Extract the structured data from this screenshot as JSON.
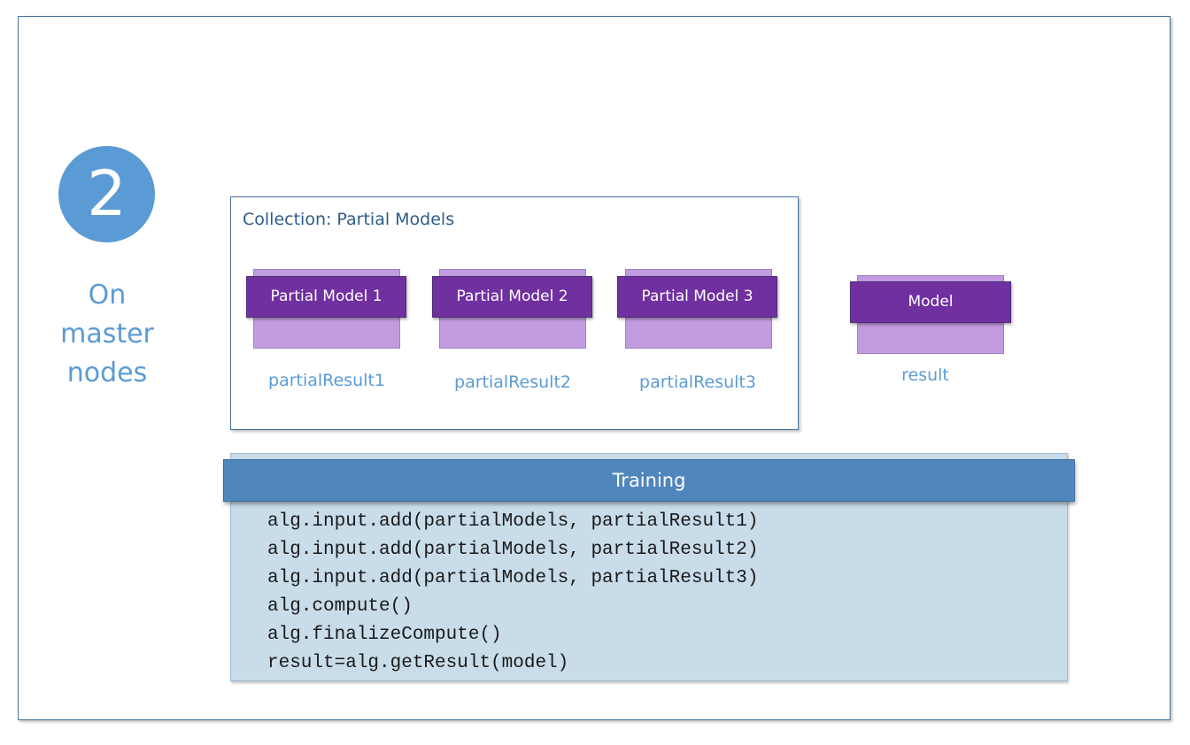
{
  "step": {
    "number": "2",
    "caption_lines": [
      "On",
      "master",
      "nodes"
    ]
  },
  "collection": {
    "title": "Collection: Partial Models",
    "items": [
      {
        "title": "Partial Model 1",
        "label": "partialResult1"
      },
      {
        "title": "Partial Model 2",
        "label": "partialResult2"
      },
      {
        "title": "Partial Model 3",
        "label": "partialResult3"
      }
    ]
  },
  "result_model": {
    "title": "Model",
    "label": "result"
  },
  "training": {
    "title": "Training",
    "code_lines": [
      "alg.input.add(partialModels, partialResult1)",
      "alg.input.add(partialModels, partialResult2)",
      "alg.input.add(partialModels, partialResult3)",
      "alg.compute()",
      "alg.finalizeCompute()",
      "result=alg.getResult(model)"
    ]
  },
  "colors": {
    "frame_border": "#41719c",
    "circle_fill": "#5b9bd5",
    "model_header": "#7030a0",
    "model_body": "#c39be0",
    "training_header": "#4f87bd",
    "training_body": "#c9dcea"
  }
}
